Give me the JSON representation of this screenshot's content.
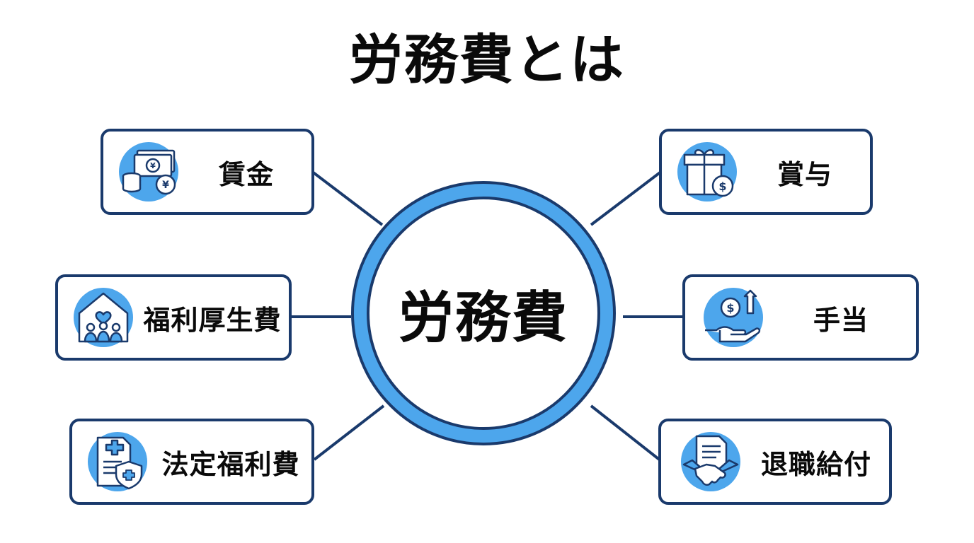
{
  "title": "労務費とは",
  "center": {
    "label": "労務費"
  },
  "nodes": {
    "chingin": {
      "label": "賃金",
      "icon": "money-yen-icon"
    },
    "fukurikousei": {
      "label": "福利厚生費",
      "icon": "house-family-icon"
    },
    "houteifukuri": {
      "label": "法定福利費",
      "icon": "medical-document-shield-icon"
    },
    "shouyo": {
      "label": "賞与",
      "icon": "gift-coin-icon"
    },
    "teate": {
      "label": "手当",
      "icon": "hand-coin-arrow-icon"
    },
    "taishoku": {
      "label": "退職給付",
      "icon": "handshake-document-icon"
    }
  },
  "colors": {
    "accent_blue": "#4da6ec",
    "navy": "#1a3a6c",
    "text": "#0a0a0a"
  }
}
